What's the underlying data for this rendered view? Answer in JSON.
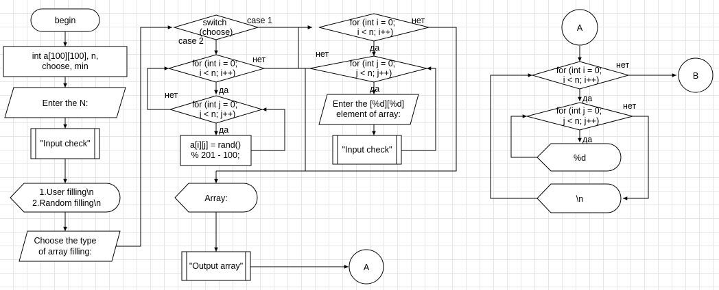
{
  "nodes": {
    "begin": [
      "begin"
    ],
    "declare": [
      "int a[100][100], n,",
      "choose, min"
    ],
    "enter_n": [
      "Enter the N:"
    ],
    "input_check_1": [
      "\"Input check\""
    ],
    "menu": [
      "1.User filling\\n",
      "2.Random filling\\n"
    ],
    "choose_type": [
      "Choose the type",
      "of array filling:"
    ],
    "switch": [
      "switch",
      "(choose)"
    ],
    "for_i_random": [
      "for (int i = 0;",
      "i < n; i++)"
    ],
    "for_j_random": [
      "for (int j = 0;",
      "j < n; j++)"
    ],
    "rand_assign": [
      "a[i][j] = rand()",
      "% 201 - 100;"
    ],
    "array_display": [
      "Array:"
    ],
    "output_array": [
      "\"Output array\""
    ],
    "connector_a_out": [
      "A"
    ],
    "for_i_user": [
      "for (int i = 0;",
      "i < n; i++)"
    ],
    "for_j_user": [
      "for (int j = 0;",
      "j < n; j++)"
    ],
    "enter_element": [
      "Enter the [%d][%d]",
      "element of array:"
    ],
    "input_check_2": [
      "\"Input check\""
    ],
    "connector_a_in": [
      "A"
    ],
    "for_i_print": [
      "for (int i = 0;",
      "i < n; i++)"
    ],
    "connector_b": [
      "B"
    ],
    "for_j_print": [
      "for (int j = 0;",
      "j < n; j++)"
    ],
    "print_d": [
      "%d"
    ],
    "print_newline": [
      "\\n"
    ]
  },
  "edge_labels": {
    "case_1": "case 1",
    "case_2": "case 2",
    "yes": "да",
    "no": "нет"
  }
}
